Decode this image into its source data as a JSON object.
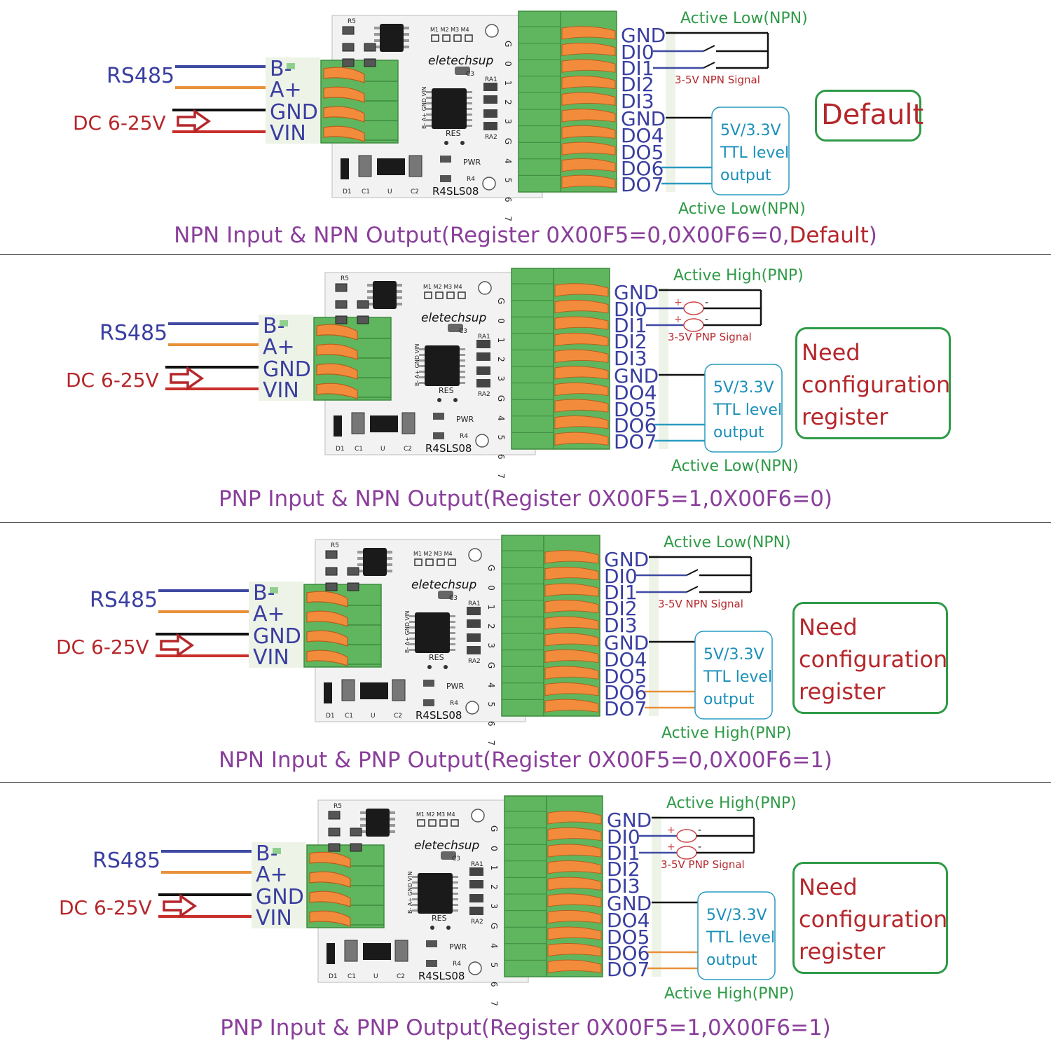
{
  "colors": {
    "blue_wire": "#3f4aa3",
    "orange_wire": "#e8903a",
    "black_wire": "#111111",
    "red_wire": "#c9302c",
    "terminal_green": "#5fb65f",
    "terminal_orange": "#f28c3c",
    "pcb_white": "#f2f2f2",
    "label_blue": "#3a3fa0",
    "label_green": "#2f9a47",
    "caption_purple": "#8a3f9b",
    "label_red": "#b5272b",
    "ttl_cyan": "#1a8fb8"
  },
  "left_labels": {
    "rs485": "RS485",
    "dc": "DC 6-25V",
    "pins": [
      "B-",
      "A+",
      "GND",
      "VIN"
    ]
  },
  "right_pins": [
    "GND",
    "DI0",
    "DI1",
    "DI2",
    "DI3",
    "GND",
    "DO4",
    "DO5",
    "DO6",
    "DO7"
  ],
  "board": {
    "brand": "eletechsup",
    "model": "R4SLS08",
    "silk": {
      "r5": "R5",
      "m_labels": "M1 M2 M3 M4",
      "c3": "C3",
      "ra1": "RA1",
      "ra2": "RA2",
      "res": "RES",
      "pwr": "PWR",
      "r4": "R4",
      "d1": "D1",
      "c1": "C1",
      "u": "U",
      "c2": "C2",
      "pin_nums": "G 0 1 2 3 G 4 5 6 7",
      "side_pins": "B- A+ GND VIN"
    }
  },
  "ttl_box": [
    "5V/3.3V",
    "TTL level",
    "output"
  ],
  "panels": [
    {
      "input_label": "Active Low(NPN)",
      "signal_label": "3-5V NPN Signal",
      "input_type": "npn",
      "output_label": "Active Low(NPN)",
      "output_type": "npn",
      "box_lines": [
        "Default"
      ],
      "caption_main": "NPN Input  & NPN Output(Register 0X00F5=0,0X00F6=0,",
      "caption_tail": "Default",
      "caption_end": ")"
    },
    {
      "input_label": "Active High(PNP)",
      "signal_label": "3-5V PNP Signal",
      "input_type": "pnp",
      "output_label": "Active Low(NPN)",
      "output_type": "npn",
      "box_lines": [
        "Need",
        "configuration",
        "register"
      ],
      "caption_main": "PNP Input  & NPN Output(Register 0X00F5=1,0X00F6=0)",
      "caption_tail": "",
      "caption_end": ""
    },
    {
      "input_label": "Active Low(NPN)",
      "signal_label": "3-5V NPN Signal",
      "input_type": "npn",
      "output_label": "Active High(PNP)",
      "output_type": "pnp",
      "box_lines": [
        "Need",
        "configuration",
        "register"
      ],
      "caption_main": "NPN Input  & PNP Output(Register 0X00F5=0,0X00F6=1)",
      "caption_tail": "",
      "caption_end": ""
    },
    {
      "input_label": "Active High(PNP)",
      "signal_label": "3-5V PNP Signal",
      "input_type": "pnp",
      "output_label": "Active High(PNP)",
      "output_type": "pnp",
      "box_lines": [
        "Need",
        "configuration",
        "register"
      ],
      "caption_main": "PNP Input  & PNP Output(Register 0X00F5=1,0X00F6=1)",
      "caption_tail": "",
      "caption_end": ""
    }
  ]
}
